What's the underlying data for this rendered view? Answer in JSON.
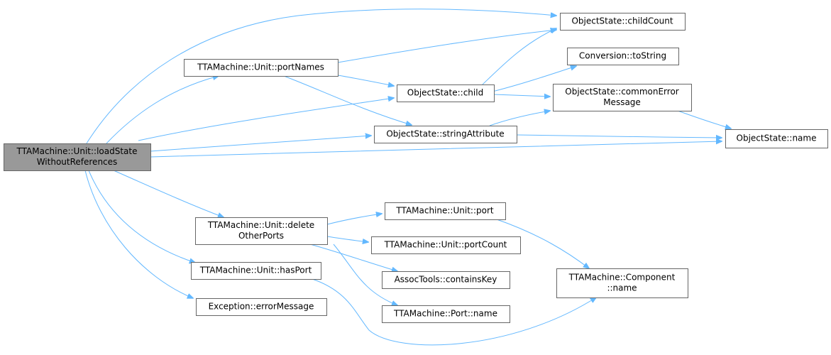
{
  "diagram": {
    "nodes": [
      {
        "id": "root",
        "lines": [
          "TTAMachine::Unit::loadState",
          "WithoutReferences"
        ],
        "root": true
      },
      {
        "id": "childCount",
        "lines": [
          "ObjectState::childCount"
        ]
      },
      {
        "id": "portNames",
        "lines": [
          "TTAMachine::Unit::portNames"
        ]
      },
      {
        "id": "toString",
        "lines": [
          "Conversion::toString"
        ]
      },
      {
        "id": "child",
        "lines": [
          "ObjectState::child"
        ]
      },
      {
        "id": "commonErrorMessage",
        "lines": [
          "ObjectState::commonError",
          "Message"
        ]
      },
      {
        "id": "stringAttribute",
        "lines": [
          "ObjectState::stringAttribute"
        ]
      },
      {
        "id": "osName",
        "lines": [
          "ObjectState::name"
        ]
      },
      {
        "id": "deleteOtherPorts",
        "lines": [
          "TTAMachine::Unit::delete",
          "OtherPorts"
        ]
      },
      {
        "id": "port",
        "lines": [
          "TTAMachine::Unit::port"
        ]
      },
      {
        "id": "portCount",
        "lines": [
          "TTAMachine::Unit::portCount"
        ]
      },
      {
        "id": "hasPort",
        "lines": [
          "TTAMachine::Unit::hasPort"
        ]
      },
      {
        "id": "containsKey",
        "lines": [
          "AssocTools::containsKey"
        ]
      },
      {
        "id": "componentName",
        "lines": [
          "TTAMachine::Component",
          "::name"
        ]
      },
      {
        "id": "errorMessage",
        "lines": [
          "Exception::errorMessage"
        ]
      },
      {
        "id": "portName",
        "lines": [
          "TTAMachine::Port::name"
        ]
      }
    ],
    "edges": [
      [
        "root",
        "childCount"
      ],
      [
        "root",
        "portNames"
      ],
      [
        "root",
        "child"
      ],
      [
        "root",
        "stringAttribute"
      ],
      [
        "root",
        "osName"
      ],
      [
        "root",
        "deleteOtherPorts"
      ],
      [
        "root",
        "hasPort"
      ],
      [
        "root",
        "errorMessage"
      ],
      [
        "portNames",
        "childCount"
      ],
      [
        "portNames",
        "child"
      ],
      [
        "portNames",
        "stringAttribute"
      ],
      [
        "child",
        "childCount"
      ],
      [
        "child",
        "toString"
      ],
      [
        "child",
        "commonErrorMessage"
      ],
      [
        "commonErrorMessage",
        "osName"
      ],
      [
        "stringAttribute",
        "commonErrorMessage"
      ],
      [
        "stringAttribute",
        "osName"
      ],
      [
        "deleteOtherPorts",
        "port"
      ],
      [
        "deleteOtherPorts",
        "portCount"
      ],
      [
        "deleteOtherPorts",
        "containsKey"
      ],
      [
        "deleteOtherPorts",
        "portName"
      ],
      [
        "port",
        "componentName"
      ],
      [
        "hasPort",
        "componentName"
      ]
    ]
  }
}
